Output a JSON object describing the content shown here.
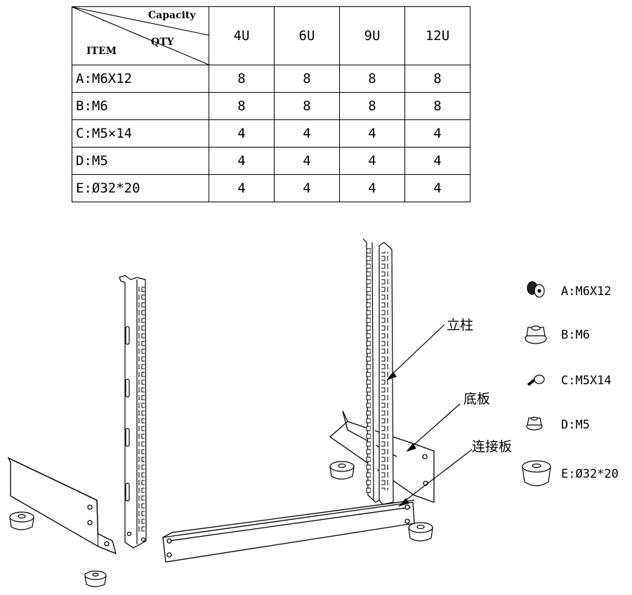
{
  "table": {
    "header": {
      "capacity": "Capacity",
      "qty": "QTY",
      "item": "ITEM"
    },
    "columns": [
      "4U",
      "6U",
      "9U",
      "12U"
    ],
    "rows": [
      {
        "item": "A:M6X12",
        "qty": [
          "8",
          "8",
          "8",
          "8"
        ]
      },
      {
        "item": "B:M6",
        "qty": [
          "8",
          "8",
          "8",
          "8"
        ]
      },
      {
        "item": "C:M5×14",
        "qty": [
          "4",
          "4",
          "4",
          "4"
        ]
      },
      {
        "item": "D:M5",
        "qty": [
          "4",
          "4",
          "4",
          "4"
        ]
      },
      {
        "item": "E:Ø32*20",
        "qty": [
          "4",
          "4",
          "4",
          "4"
        ]
      }
    ]
  },
  "callouts": {
    "post": "立柱",
    "base_plate": "底板",
    "connector_plate": "连接板"
  },
  "legend": [
    {
      "label": "A:M6X12",
      "icon": "button-head-screw-icon"
    },
    {
      "label": "B:M6",
      "icon": "flange-nut-icon"
    },
    {
      "label": "C:M5X14",
      "icon": "pan-head-screw-icon"
    },
    {
      "label": "D:M5",
      "icon": "small-nut-icon"
    },
    {
      "label": "E:Ø32*20",
      "icon": "rubber-foot-icon"
    }
  ]
}
